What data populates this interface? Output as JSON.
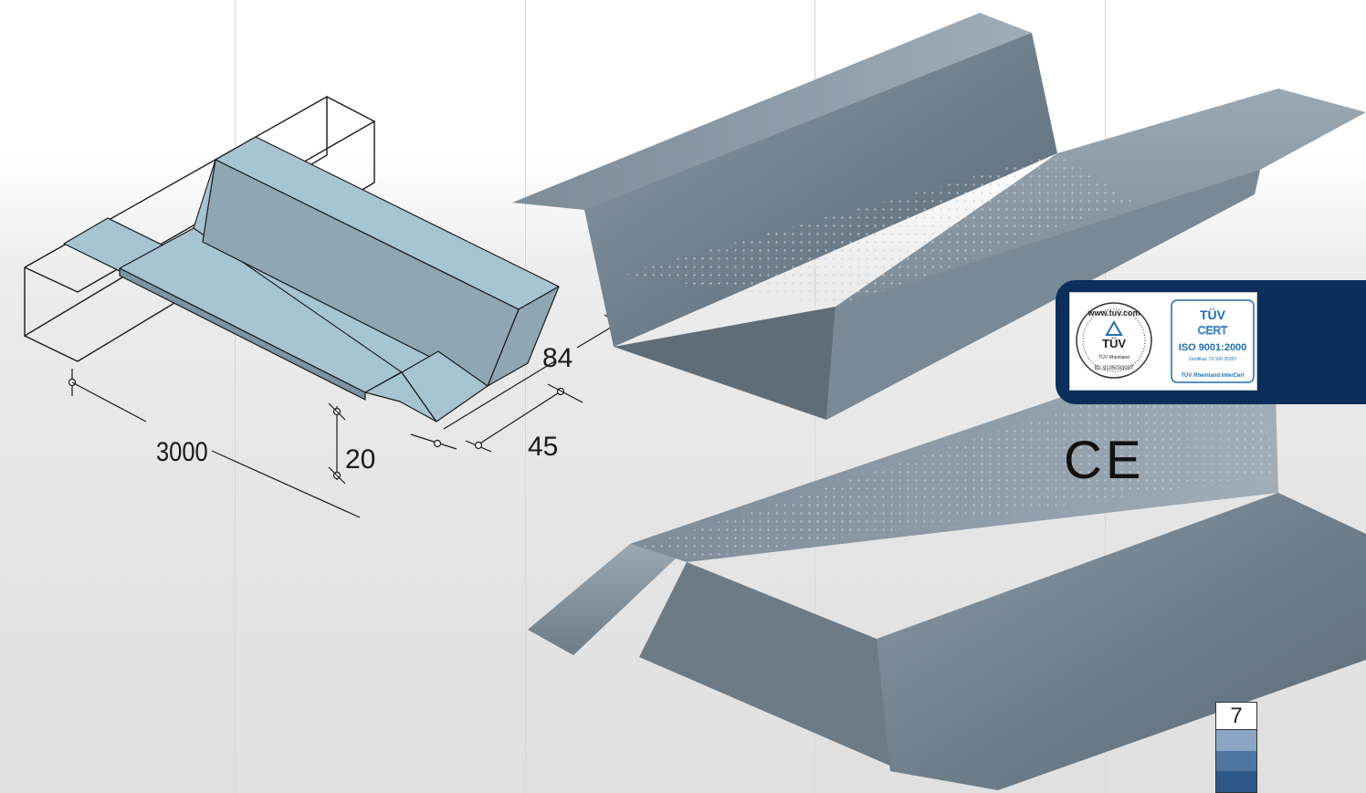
{
  "drawing": {
    "dim_length": "3000",
    "dim_height": "20",
    "dim_depth": "84",
    "dim_width": "45"
  },
  "certification": {
    "tuv_seal_top": "www.tuv.com",
    "tuv_seal_mid": "TÜV",
    "tuv_seal_sub": "TÜV Rheinland",
    "tuv_seal_id": "ID: 9105033037",
    "cert_logo": "TÜV",
    "cert_word": "CERT",
    "iso": "ISO 9001:2000",
    "cert_no": "Zertifikat: 75 100 35357",
    "intercert": "TÜV Rheinland InterCert",
    "ce": "CE"
  },
  "page": {
    "number": "7",
    "swatches": [
      "#8aa6c4",
      "#4e76a0",
      "#2d5786"
    ]
  },
  "colors": {
    "profile_fill": "#a7c4d3",
    "profile_shade": "#8ea7b3",
    "panel": "#0b2f5a"
  }
}
